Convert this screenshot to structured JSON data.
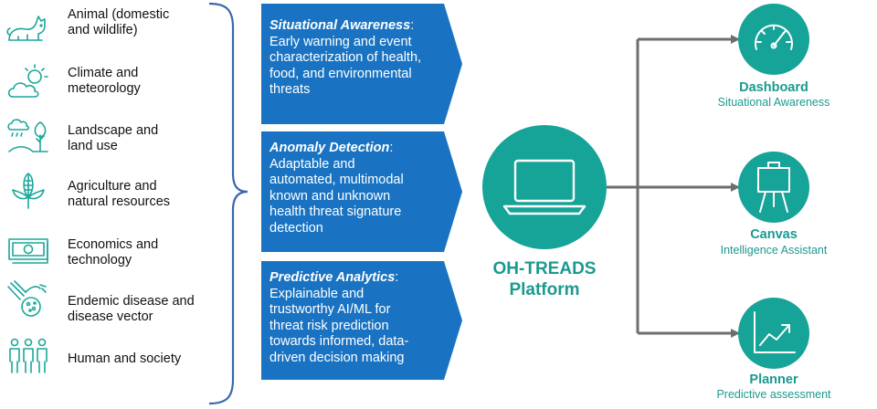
{
  "sources": [
    {
      "icon": "cat-icon",
      "label_line1": "Animal (domestic",
      "label_line2": "and wildlife)"
    },
    {
      "icon": "sun-cloud-icon",
      "label_line1": "Climate and",
      "label_line2": "meteorology"
    },
    {
      "icon": "rain-tree-icon",
      "label_line1": "Landscape and",
      "label_line2": "land use"
    },
    {
      "icon": "corn-icon",
      "label_line1": "Agriculture and",
      "label_line2": "natural resources"
    },
    {
      "icon": "money-icon",
      "label_line1": "Economics and",
      "label_line2": "technology"
    },
    {
      "icon": "pathogen-hand-icon",
      "label_line1": "Endemic disease and",
      "label_line2": "disease vector"
    },
    {
      "icon": "people-icon",
      "label_line1": "Human and society",
      "label_line2": ""
    }
  ],
  "capabilities": [
    {
      "title": "Situational Awareness",
      "colon": ":",
      "line1": "Early warning and event",
      "line2": "characterization of health,",
      "line3": "food, and environmental",
      "line4": "threats",
      "line5": ""
    },
    {
      "title": "Anomaly Detection",
      "colon": ":",
      "line1": "Adaptable and",
      "line2": "automated, multimodal",
      "line3": "known and unknown",
      "line4": "health threat signature",
      "line5": "detection"
    },
    {
      "title": "Predictive Analytics",
      "colon": ":",
      "line1": "Explainable and",
      "line2": "trustworthy AI/ML for",
      "line3": "threat risk prediction",
      "line4": "towards informed, data-",
      "line5": "driven decision making"
    }
  ],
  "platform": {
    "line1": "OH-TREADS",
    "line2": "Platform",
    "icon": "laptop-icon"
  },
  "outputs": [
    {
      "icon": "gauge-icon",
      "title": "Dashboard",
      "subtitle": "Situational Awareness"
    },
    {
      "icon": "easel-icon",
      "title": "Canvas",
      "subtitle": "Intelligence Assistant"
    },
    {
      "icon": "trend-chart-icon",
      "title": "Planner",
      "subtitle": "Predictive assessment"
    }
  ],
  "colors": {
    "teal": "#16a398",
    "blue": "#1a73c2",
    "brace": "#3a66b0",
    "connector": "#6e6e6e"
  }
}
